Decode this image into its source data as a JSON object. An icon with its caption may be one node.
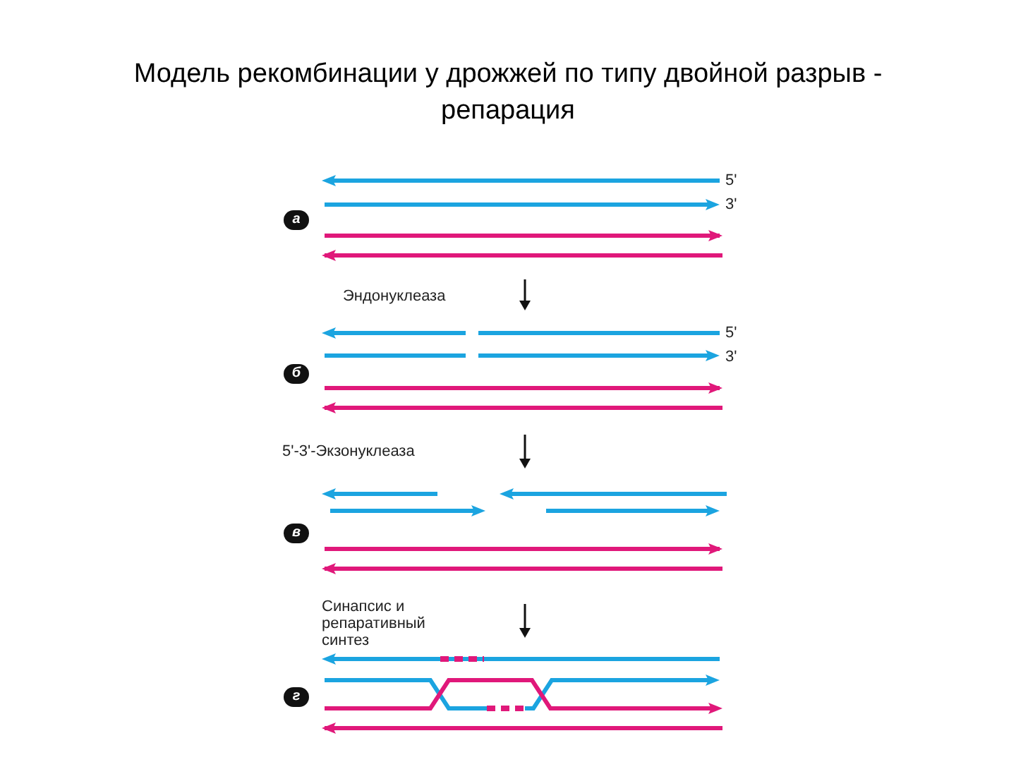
{
  "diagram": {
    "title": "Модель рекомбинации у дрожжей по типу двойной разрыв - репарация",
    "labels": [
      "а",
      "5'",
      "3'",
      "Эндонуклеаза",
      "б",
      "5'",
      "3'",
      "5'-3'-Экзонуклеаза",
      "в",
      "Синапсис и репаративный синтез",
      "г"
    ]
  }
}
